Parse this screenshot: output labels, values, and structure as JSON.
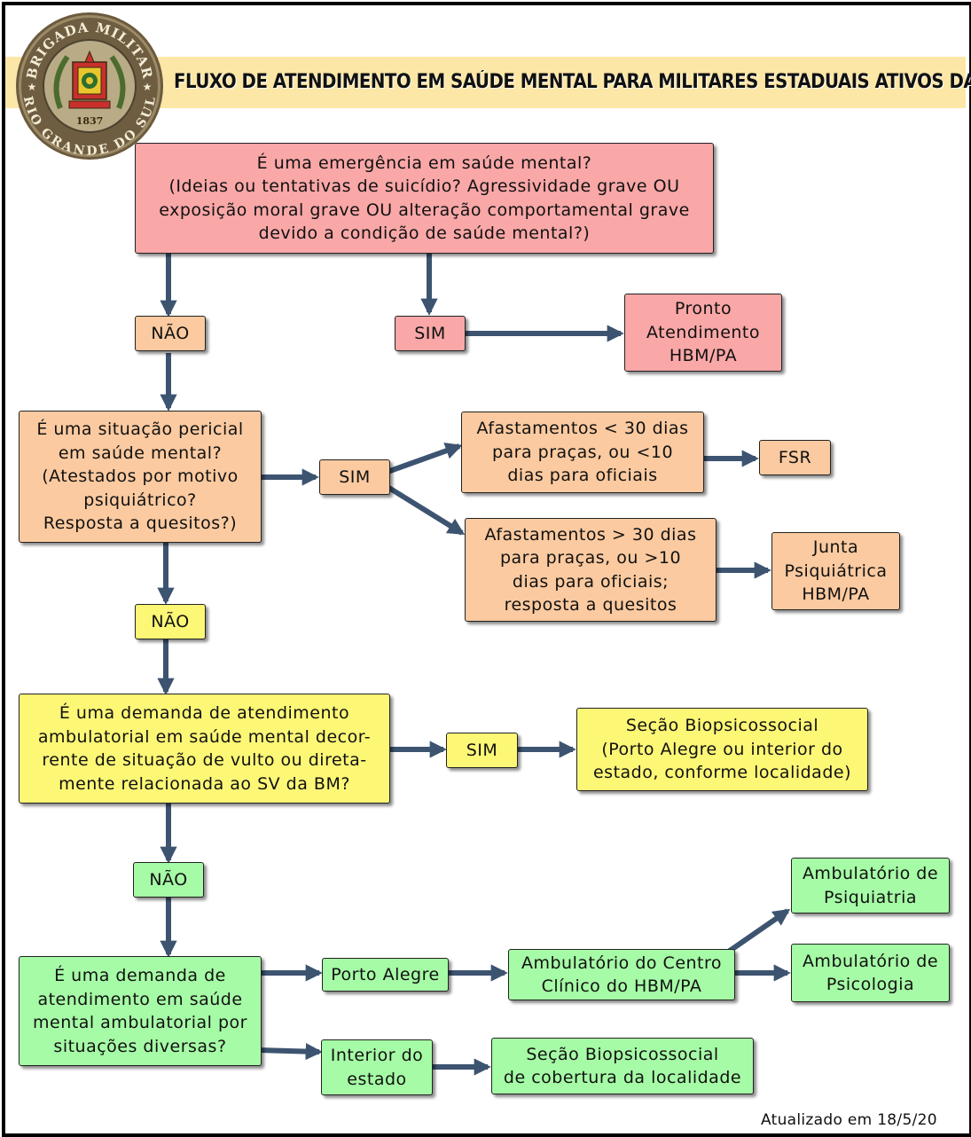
{
  "header": {
    "title": "FLUXO DE ATENDIMENTO EM SAÚDE MENTAL PARA MILITARES ESTADUAIS ATIVOS DA BM",
    "logo": {
      "top_text": "BRIGADA MILITAR",
      "bottom_text": "RIO GRANDE DO SUL",
      "year": "1837"
    }
  },
  "colors": {
    "banner": "#fde7a6",
    "pink": "#f9a7a7",
    "orange": "#fbcaa0",
    "yellow": "#fdf776",
    "green": "#a6fba6",
    "arrow": "#3d5470"
  },
  "nodes": {
    "q1": "É uma emergência em saúde mental?\n(Ideias ou tentativas de suicídio? Agressividade grave OU\nexposição moral grave OU alteração comportamental grave\ndevido a condição de saúde mental?)",
    "q1_no": "NÃO",
    "q1_yes": "SIM",
    "pronto": "Pronto\nAtendimento\nHBM/PA",
    "q2": "É uma situação pericial\nem saúde mental?\n(Atestados por motivo\npsiquiátrico?\nResposta a quesitos?)",
    "q2_yes": "SIM",
    "af_less": "Afastamentos < 30 dias\npara praças, ou <10\ndias para oficiais",
    "fsr": "FSR",
    "af_more": "Afastamentos > 30 dias\npara praças, ou >10\ndias para oficiais;\nresposta a quesitos",
    "junta": "Junta\nPsiquiátrica\nHBM/PA",
    "q2_no": "NÃO",
    "q3": "É uma demanda de atendimento\nambulatorial em saúde mental decor-\nrente de situação de vulto ou direta-\nmente relacionada ao SV da BM?",
    "q3_yes": "SIM",
    "secao_bio": "Seção Biopsicossocial\n(Porto Alegre ou interior do\nestado, conforme localidade)",
    "q3_no": "NÃO",
    "q4": "É uma demanda de\natendimento em saúde\nmental ambulatorial por\nsituações diversas?",
    "porto_alegre": "Porto Alegre",
    "amb_centro": "Ambulatório do Centro\nClínico do HBM/PA",
    "amb_psiquiatria": "Ambulatório de\nPsiquiatria",
    "amb_psicologia": "Ambulatório de\nPsicologia",
    "interior": "Interior do\nestado",
    "secao_local": "Seção Biopsicossocial\nde cobertura da localidade"
  },
  "footer": "Atualizado em 18/5/20"
}
